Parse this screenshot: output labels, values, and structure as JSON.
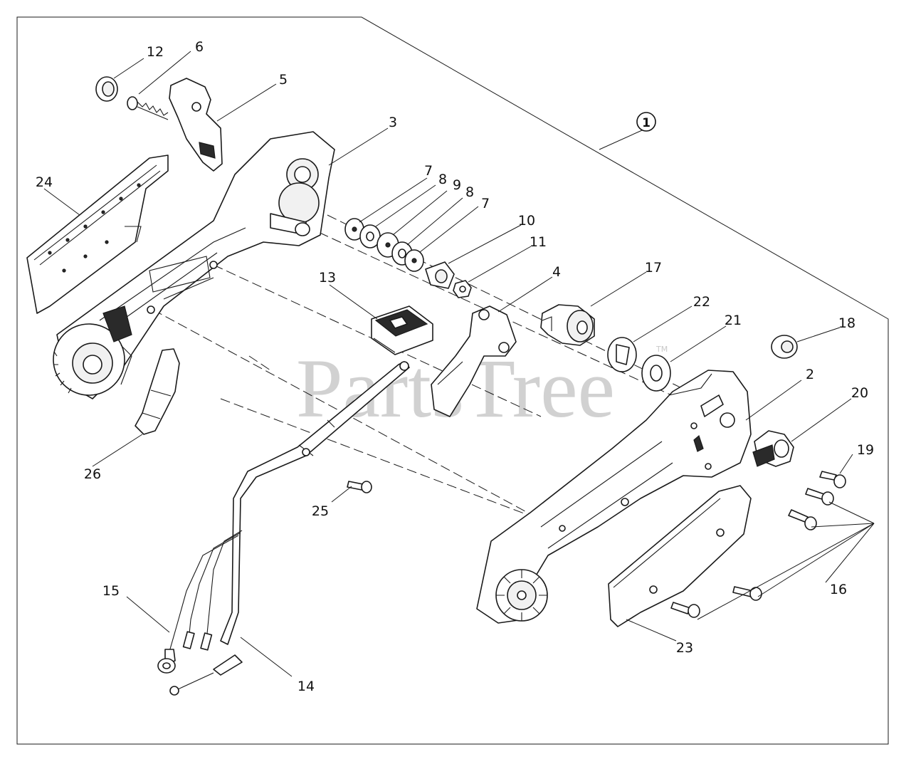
{
  "watermark": "PartsTree",
  "watermark_mark": "TM",
  "assembly_callout": "1",
  "callouts": [
    {
      "id": "c12",
      "label": "12"
    },
    {
      "id": "c6",
      "label": "6"
    },
    {
      "id": "c5",
      "label": "5"
    },
    {
      "id": "c3",
      "label": "3"
    },
    {
      "id": "c24",
      "label": "24"
    },
    {
      "id": "c7a",
      "label": "7"
    },
    {
      "id": "c8a",
      "label": "8"
    },
    {
      "id": "c9",
      "label": "9"
    },
    {
      "id": "c8b",
      "label": "8"
    },
    {
      "id": "c7b",
      "label": "7"
    },
    {
      "id": "c10",
      "label": "10"
    },
    {
      "id": "c11",
      "label": "11"
    },
    {
      "id": "c13",
      "label": "13"
    },
    {
      "id": "c4",
      "label": "4"
    },
    {
      "id": "c17",
      "label": "17"
    },
    {
      "id": "c22",
      "label": "22"
    },
    {
      "id": "c21",
      "label": "21"
    },
    {
      "id": "c18",
      "label": "18"
    },
    {
      "id": "c2",
      "label": "2"
    },
    {
      "id": "c20",
      "label": "20"
    },
    {
      "id": "c19",
      "label": "19"
    },
    {
      "id": "c26",
      "label": "26"
    },
    {
      "id": "c25",
      "label": "25"
    },
    {
      "id": "c16",
      "label": "16"
    },
    {
      "id": "c15",
      "label": "15"
    },
    {
      "id": "c14",
      "label": "14"
    },
    {
      "id": "c23",
      "label": "23"
    }
  ]
}
